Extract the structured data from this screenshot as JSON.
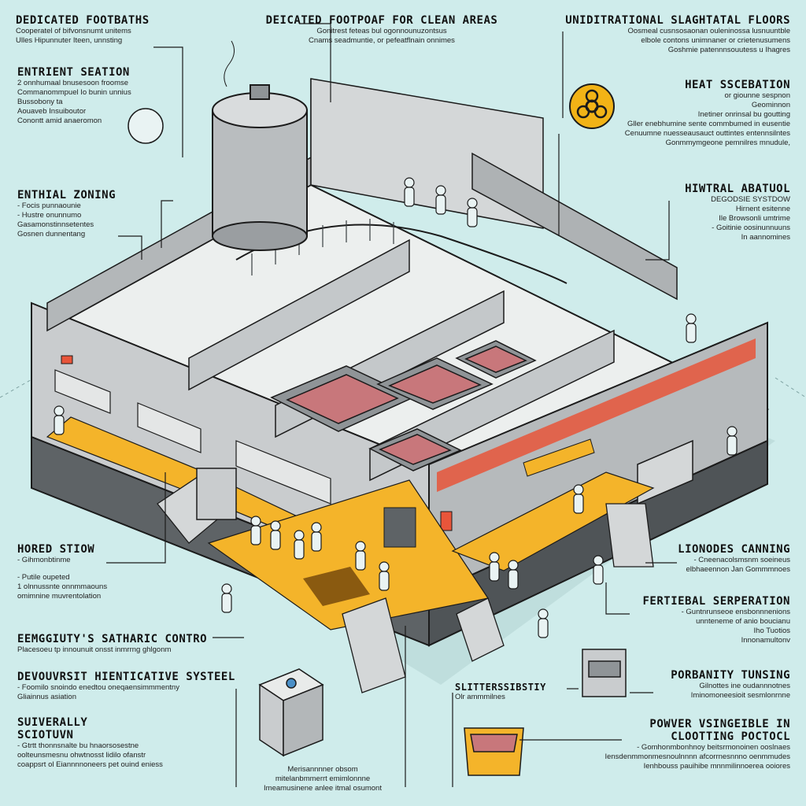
{
  "colors": {
    "background": "#cfeceb",
    "wall": "#c9ccce",
    "wall_dark": "#8f9497",
    "floor": "#e9ebea",
    "walkway": "#f4b42a",
    "accent_red": "#e8553a",
    "meat": "#c8777b",
    "hazard": "#f2b316",
    "ink": "#1b1b1b"
  },
  "labels": [
    {
      "id": "dedicated-footbaths",
      "title": "DEDICATED FOOTBATHS",
      "lines": [
        "Cooperatel of bifvonsnumt unitems",
        "Ulles Hipunnuter Iteen, unnsting"
      ]
    },
    {
      "id": "entrient-seation",
      "title": "ENTRIENT SEATION",
      "lines": [
        "2 onnhumaal bnusesoon froomse",
        "Commanommpuel Io bunin unnius",
        "Bussobony ta",
        "Aouaveb Insuiboutor",
        "Conontt amid anaeromon"
      ]
    },
    {
      "id": "enthial-zoning",
      "title": "ENTHIAL ZONING",
      "lines": [
        "- Focis punnaounie",
        "- Hustre onunnumo",
        "Gasamonstinnsetentes",
        "Gosnen dunnentang"
      ]
    },
    {
      "id": "dedicated-footpaf",
      "title": "DEICATED FOOTPOAF FOR CLEAN AREAS",
      "lines": [
        "Gonitrest feteas bul ogonnounuzontsus",
        "Cnams seadmuntie, or pefeatflnain onnimes"
      ]
    },
    {
      "id": "unidirectional-floors",
      "title": "UNIDITRATIONAL SLAGHTATAL FLOORS",
      "lines": [
        "Oosmeal cusnsosaonan ouleninossa lusnuuntble",
        "elbole contons unimnaner or crietenusumens",
        "Goshmie patennnsouutess u Ihagres"
      ]
    },
    {
      "id": "heat-separation",
      "title": "HEAT SSCEBATION",
      "lines": [
        "or giounne sespnon",
        "Geominnon",
        "Inetiner onrinsal bu goutting",
        "Gller enebhumine sente commbumed in eusentie",
        "Cenuumne nuesseausauct outtintes entennsilntes",
        "Gonmmymgeone pemnilres mnudule,"
      ]
    },
    {
      "id": "hiwtral-abatuol",
      "title": "HIWTRAL ABATUOL",
      "lines": [
        "DEGODSIE SYSTDOW",
        "Hirnent esitenne",
        "Ile Browsonli umtrime",
        "- Goitinie oosinunnuuns",
        "In aannomines"
      ]
    },
    {
      "id": "hored-stiow",
      "title": "HORED STIOW",
      "lines": [
        "- Gihmonbtinme",
        "- Putile oupeted",
        "1 olnnussnte onnmmaouns",
        "omimnine muvrentolation"
      ]
    },
    {
      "id": "emergency-sanitary-control",
      "title": "EEMGGIUTY'S SATHARIC CONTRO",
      "lines": [
        "Placesoeu tp innounuit onsst inmrrng ghlgonm"
      ]
    },
    {
      "id": "document-authenticative",
      "title": "DEVOUVRSIT HIENTICATIVE SYSTEEL",
      "lines": [
        "- Foomilo snoindo enedtou oneqaensimmmentny",
        "Gliainnus asiation"
      ]
    },
    {
      "id": "suiverally-sciotuvn",
      "title": "SUIVERALLY SCIOTUVN",
      "lines": [
        "- Gtrtt thonnsnalte bu hnaorsosestne",
        "oolteunsmesnu ohwtnosst lidilo ofanstr",
        "coappsrt ol Eiannnnoneers pet ouind eniess"
      ]
    },
    {
      "id": "center-bottom",
      "title": "",
      "lines": [
        "Merisannnner obsom",
        "mitelanbmmerrt emimlonnne",
        "Imeamusinene anlee itmal osumont"
      ]
    },
    {
      "id": "slitter-ssibity",
      "title": "SLITTERSSIBSTIY",
      "lines": [
        "Olr ammmilnes"
      ]
    },
    {
      "id": "lionodes-canning",
      "title": "LIONODES CANNING",
      "lines": [
        "- Cneenacolsmsnm soeineus",
        "elbhaeennon Jan Gommmnoes"
      ]
    },
    {
      "id": "fertibal-serperation",
      "title": "FERTIEBAL SERPERATION",
      "lines": [
        "- Guntnrunseoe ensbonnnenions",
        "unnteneme of anio boucianu",
        "Iho Tuotios",
        "Innonamultonv"
      ]
    },
    {
      "id": "porbanity-tunsing",
      "title": "PORBANITY TUNSING",
      "lines": [
        "Gilnottes ine oudannnotnes",
        "Iminomoneesioit sesmlonrnne"
      ]
    },
    {
      "id": "power-vsingeble",
      "title": "POWVER VSINGEIBLE IN CLOOTTING POCTOCL",
      "lines": [
        "- Gomhonmbonhnoy beitsrmonoinen ooslnaes",
        "Iensdenmmonmesnoulnnnn afcorrnesnnno oenmmudes",
        "Ienhbouss pauihibe mnnmilinnoerea ooiores"
      ]
    }
  ]
}
